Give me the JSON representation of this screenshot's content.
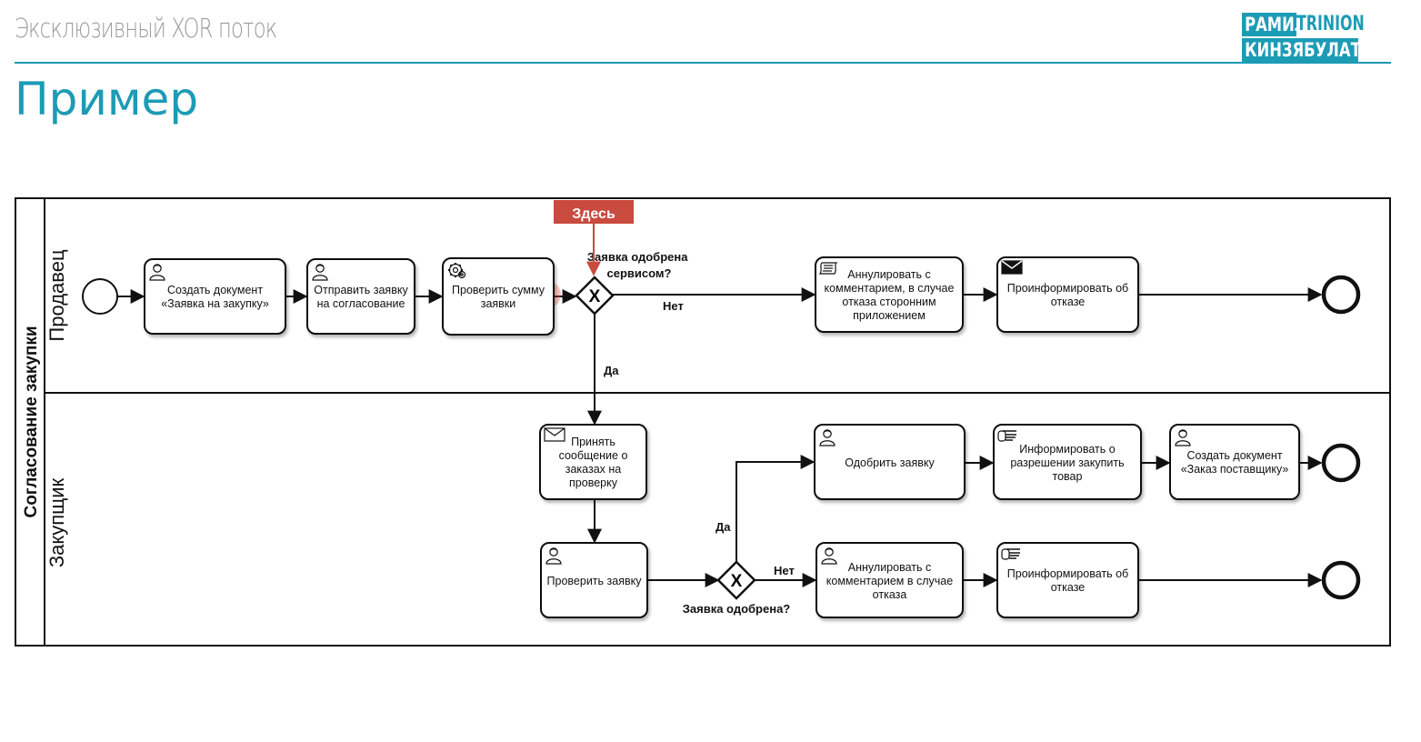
{
  "header": {
    "subtitle": "Эксклюзивный XOR поток",
    "title": "Пример",
    "logo": {
      "line1": "РАМИЛЬ",
      "line1_b": "TRINION",
      "line2": "КИНЗЯБУЛАТОВ"
    }
  },
  "diagram": {
    "pool": "Согласование закупки",
    "lanes": [
      "Продавец",
      "Закупщик"
    ],
    "here_marker": "Здесь",
    "tasks": {
      "t1": "Создать документ «Заявка на закупку»",
      "t2": "Отправить заявку на согласование",
      "t3": "Проверить сумму заявки",
      "t4": "Аннулировать с комментарием, в случае отказа сторонним приложением",
      "t5": "Проинформировать об отказе",
      "t6": "Принять сообщение о заказах на проверку",
      "t7": "Проверить заявку",
      "t8": "Одобрить заявку",
      "t9": "Информировать о разрешении закупить товар",
      "t10": "Создать документ «Заказ поставщику»",
      "t11": "Аннулировать с комментарием в случае отказа",
      "t12": "Проинформировать об отказе"
    },
    "gateways": {
      "g1": "Заявка одобрена сервисом?",
      "g2": "Заявка одобрена?"
    },
    "flow_labels": {
      "g1_no": "Нет",
      "g1_yes": "Да",
      "g2_yes": "Да",
      "g2_no": "Нет"
    },
    "icons": {
      "t1": "user-icon",
      "t2": "user-icon",
      "t3": "gear-icon",
      "t4": "script-icon",
      "t5": "envelope-filled-icon",
      "t6": "envelope-icon",
      "t7": "user-icon",
      "t8": "user-icon",
      "t9": "hand-icon",
      "t10": "user-icon",
      "t11": "user-icon",
      "t12": "hand-icon"
    },
    "colors": {
      "accent": "#1c9bb5",
      "marker": "#c94a3e"
    }
  }
}
